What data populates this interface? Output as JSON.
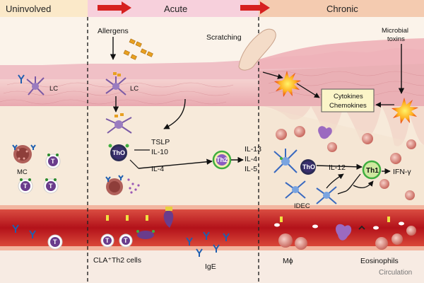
{
  "phases": {
    "uninvolved": "Uninvolved",
    "acute": "Acute",
    "chronic": "Chronic"
  },
  "labels": {
    "allergens": "Allergens",
    "scratching": "Scratching",
    "microbial_toxins_1": "Microbial",
    "microbial_toxins_2": "toxins",
    "lc_left": "LC",
    "lc_acute": "LC",
    "cytokines": "Cytokines",
    "chemokines": "Chemokines",
    "mc": "MC",
    "tslp": "TSLP",
    "il10": "IL-10",
    "il4": "IL-4",
    "th0_acute": "ThO",
    "th2": "Th2",
    "il13": "IL-13",
    "il4b": "IL-4",
    "il5": "IL-5",
    "th0_chronic": "ThO",
    "il12": "IL-12",
    "th1": "Th1",
    "ifn": "IFN-γ",
    "idec": "IDEC",
    "cla_th2": "CLA⁺Th2 cells",
    "ige": "IgE",
    "macrophage": "Mϕ",
    "eosinophils": "Eosinophils",
    "circulation": "Circulation",
    "t": "T"
  },
  "colors": {
    "header_uninvolved": "#fbe9c9",
    "header_acute": "#f7d0dc",
    "header_chronic": "#f4cbb0",
    "epidermis": "#f3c3c6",
    "dermis": "#f6e6d2",
    "vessel": "#c81e1e",
    "arrow_red": "#d62020",
    "t_cell": "#6a3c8c",
    "th_green": "#3fae3f"
  }
}
